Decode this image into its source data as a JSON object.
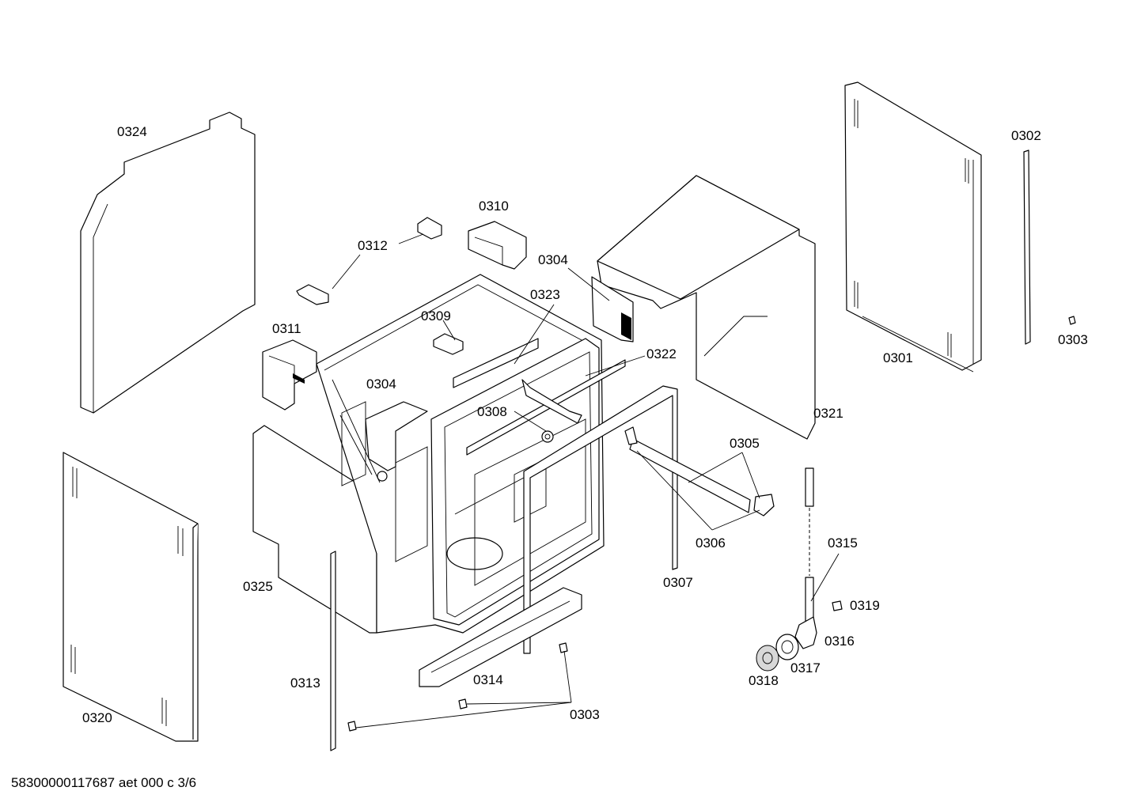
{
  "labels": {
    "l0301": "0301",
    "l0302": "0302",
    "l0303": "0303",
    "l0304": "0304",
    "l0305": "0305",
    "l0306": "0306",
    "l0307": "0307",
    "l0308": "0308",
    "l0309": "0309",
    "l0310": "0310",
    "l0311": "0311",
    "l0312": "0312",
    "l0313": "0313",
    "l0314": "0314",
    "l0315": "0315",
    "l0316": "0316",
    "l0317": "0317",
    "l0318": "0318",
    "l0319": "0319",
    "l0320": "0320",
    "l0321": "0321",
    "l0322": "0322",
    "l0323": "0323",
    "l0324": "0324",
    "l0325": "0325"
  },
  "footer": "58300000117687 aet 000 c 3/6"
}
